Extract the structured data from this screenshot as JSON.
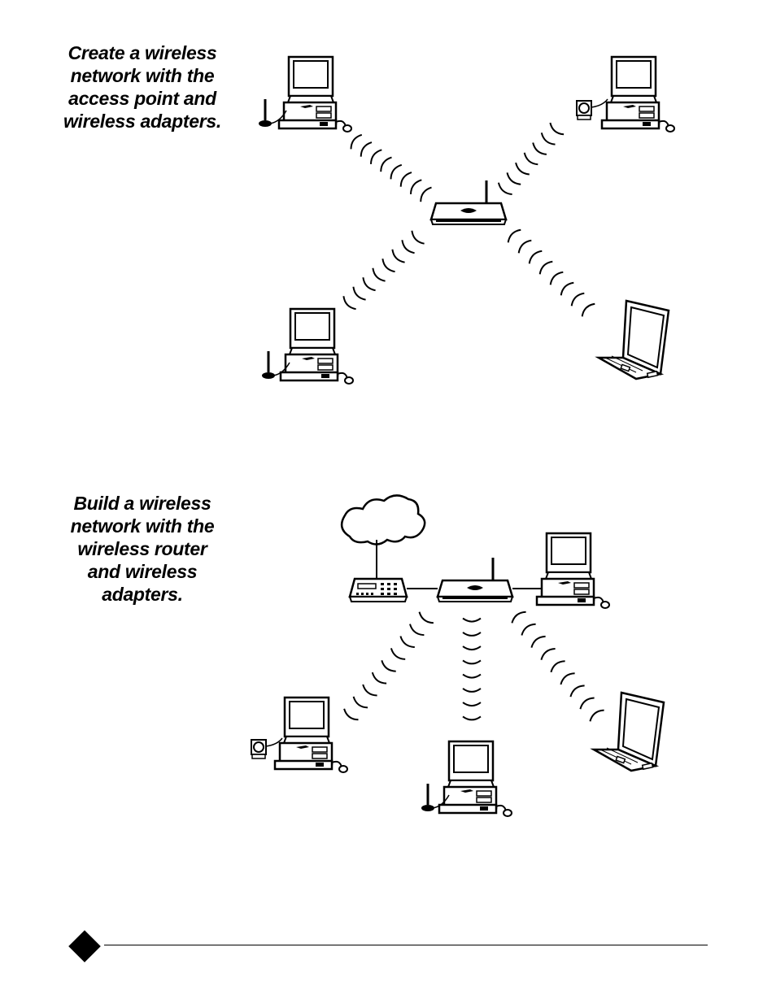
{
  "captions": {
    "access_point_network": [
      "Create a wireless",
      "network with the",
      "access point and",
      "wireless adapters."
    ],
    "router_network": [
      "Build a wireless",
      "network with the",
      "wireless router",
      "and wireless",
      "adapters."
    ]
  },
  "diagrams": [
    {
      "id": "access-point-network",
      "hub": "access-point",
      "devices": [
        "desktop-pc-usb-antenna",
        "desktop-pc-usb-adapter",
        "desktop-pc-usb-antenna",
        "laptop-pc-card"
      ]
    },
    {
      "id": "router-network",
      "hub": "wireless-router",
      "wired": [
        "internet-cloud",
        "modem",
        "desktop-pc"
      ],
      "devices": [
        "desktop-pc-usb-adapter",
        "desktop-pc-usb-antenna",
        "laptop-pc-card"
      ]
    }
  ],
  "icons": [
    "diamond-bullet-icon"
  ],
  "colors": {
    "ink": "#000000",
    "paper": "#ffffff"
  }
}
